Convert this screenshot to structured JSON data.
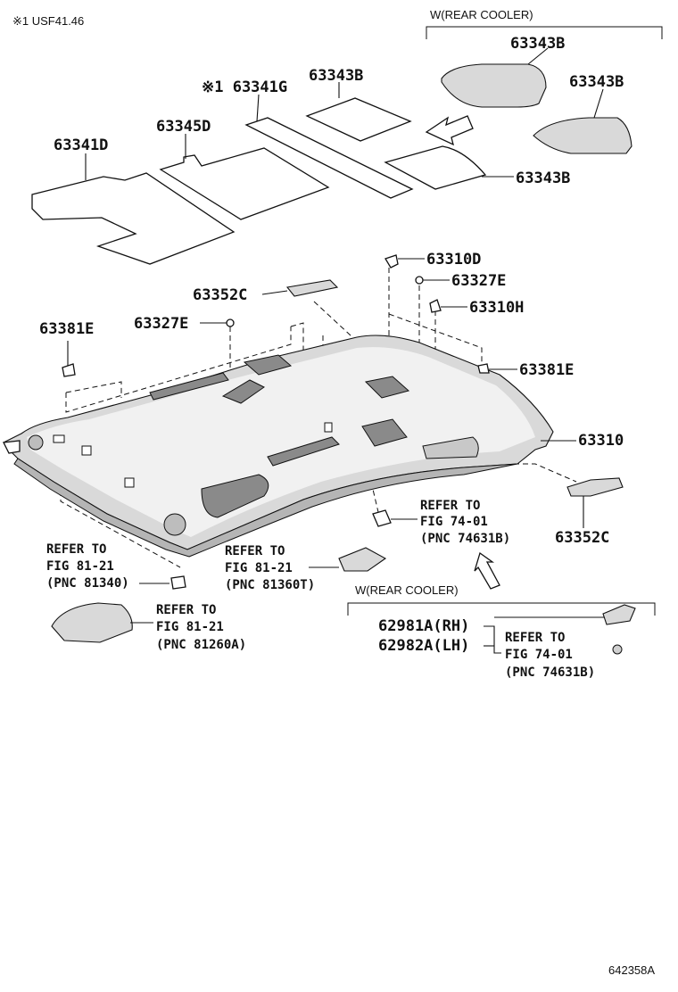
{
  "header": {
    "note": "※1 USF41.46"
  },
  "groups": {
    "rear_cooler_top": "W(REAR COOLER)",
    "rear_cooler_bottom": "W(REAR COOLER)"
  },
  "parts": {
    "p63343B_a": "63343B",
    "p63343B_b": "63343B",
    "p63343B_c": "63343B",
    "p63343B_d": "63343B",
    "p63341G": "※1 63341G",
    "p63345D": "63345D",
    "p63341D": "63341D",
    "p63310D": "63310D",
    "p63327E_a": "63327E",
    "p63327E_b": "63327E",
    "p63352C_a": "63352C",
    "p63352C_b": "63352C",
    "p63310H": "63310H",
    "p63381E_a": "63381E",
    "p63381E_b": "63381E",
    "p63310": "63310",
    "p62981A": "62981A(RH)",
    "p62982A": "62982A(LH)"
  },
  "references": {
    "ref_74631B_a": {
      "l1": "REFER TO",
      "l2": "FIG 74-01",
      "l3": "(PNC 74631B)"
    },
    "ref_81340": {
      "l1": "REFER TO",
      "l2": "FIG 81-21",
      "l3": "(PNC 81340)"
    },
    "ref_81360T": {
      "l1": "REFER TO",
      "l2": "FIG 81-21",
      "l3": "(PNC 81360T)"
    },
    "ref_81260A": {
      "l1": "REFER TO",
      "l2": "FIG 81-21",
      "l3": "(PNC 81260A)"
    },
    "ref_74631B_b": {
      "l1": "REFER TO",
      "l2": "FIG 74-01",
      "l3": "(PNC 74631B)"
    }
  },
  "footer": {
    "figure_id": "642358A"
  }
}
